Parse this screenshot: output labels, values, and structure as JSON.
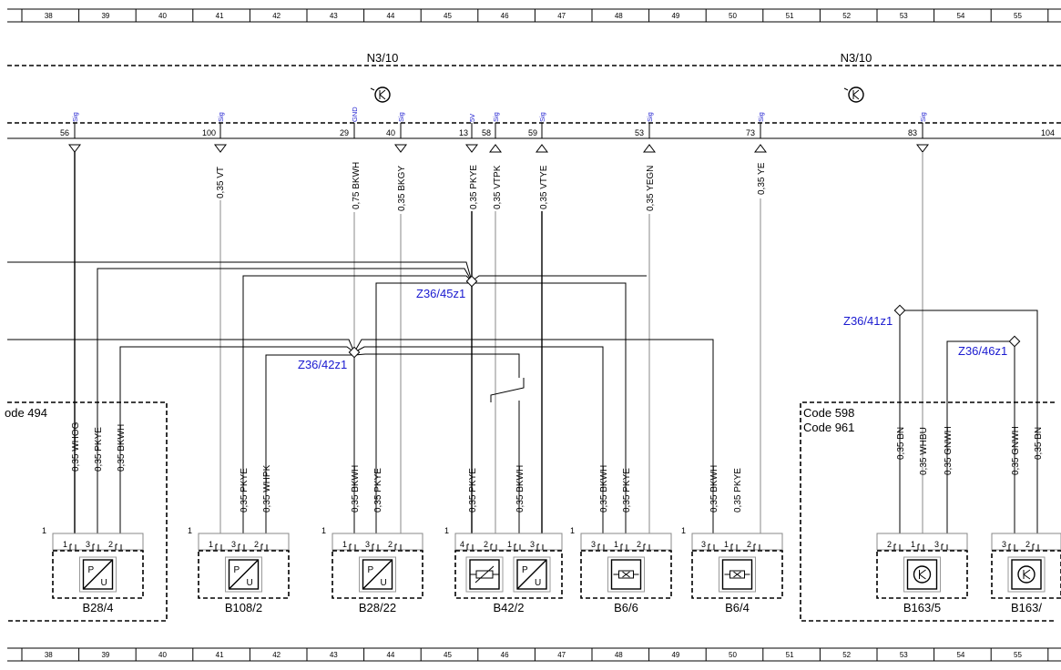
{
  "ruler": {
    "columns": [
      "38",
      "39",
      "40",
      "41",
      "42",
      "43",
      "44",
      "45",
      "46",
      "47",
      "48",
      "49",
      "50",
      "51",
      "52",
      "53",
      "54",
      "55"
    ]
  },
  "modules": [
    {
      "label": "N3/10"
    },
    {
      "label": "N3/10"
    }
  ],
  "pins": [
    {
      "num": "56",
      "sig": "Sig",
      "wire": "0,35 WHOG"
    },
    {
      "num": "100",
      "sig": "Sig",
      "wire": "0,35 VT"
    },
    {
      "num": "29",
      "sig": "GND",
      "wire": "0,75 BKWH"
    },
    {
      "num": "40",
      "sig": "Sig",
      "wire": "0,35 BKGY"
    },
    {
      "num": "13",
      "sig": "5V",
      "wire": "0,35 PKYE"
    },
    {
      "num": "58",
      "sig": "Sig",
      "wire": "0,35 VTPK"
    },
    {
      "num": "59",
      "sig": "Sig",
      "wire": "0,35 VTYE"
    },
    {
      "num": "53",
      "sig": "Sig",
      "wire": "0,35 YEGN"
    },
    {
      "num": "73",
      "sig": "Sig",
      "wire": "0,35 YE"
    },
    {
      "num": "83",
      "sig": "Sig",
      "wire": "0,35 WHBU"
    },
    {
      "num": "104",
      "sig": "",
      "wire": ""
    }
  ],
  "splices": [
    {
      "label": "Z36/45z1"
    },
    {
      "label": "Z36/42z1"
    },
    {
      "label": "Z36/41z1"
    },
    {
      "label": "Z36/46z1"
    }
  ],
  "code_boxes": {
    "left": [
      "ode 494"
    ],
    "right": [
      "Code 598",
      "Code 961"
    ]
  },
  "components": [
    {
      "label": "B28/4",
      "pin_one": "1",
      "pins": [
        "1",
        "3",
        "2"
      ],
      "wires": [
        "0,35 WHOG",
        "0,35 PKYE",
        "0,35 BKWH"
      ]
    },
    {
      "label": "B108/2",
      "pin_one": "1",
      "pins": [
        "1",
        "3",
        "2"
      ],
      "wires": [
        "0,35 PKYE",
        "0,35 WHPK"
      ]
    },
    {
      "label": "B28/22",
      "pin_one": "1",
      "pins": [
        "1",
        "3",
        "2"
      ],
      "wires": [
        "0,35 BKWH",
        "0,35 PKYE"
      ]
    },
    {
      "label": "B42/2",
      "pin_one": "1",
      "pins": [
        "4",
        "2",
        "1",
        "3"
      ],
      "wires": [
        "0,35 PKYE",
        "0,35 BKWH"
      ]
    },
    {
      "label": "B6/6",
      "pin_one": "1",
      "pins": [
        "3",
        "1",
        "2"
      ],
      "wires": [
        "0,35 BKWH",
        "0,35 PKYE"
      ]
    },
    {
      "label": "B6/4",
      "pin_one": "1",
      "pins": [
        "3",
        "1",
        "2"
      ],
      "wires": [
        "0,35 BKWH",
        "0,35 PKYE"
      ]
    },
    {
      "label": "B163/5",
      "pin_one": "",
      "pins": [
        "2",
        "1",
        "3"
      ],
      "wires": [
        "0,35 BN",
        "0,35 WHBU",
        "0,35 GNWH"
      ]
    },
    {
      "label": "B163/",
      "pin_one": "",
      "pins": [
        "3",
        "2"
      ],
      "wires": [
        "0,35 GNWH",
        "0,35 BN"
      ]
    }
  ],
  "colors": {
    "splice_label": "#1a1ad0",
    "sig_label": "#2020d0"
  }
}
